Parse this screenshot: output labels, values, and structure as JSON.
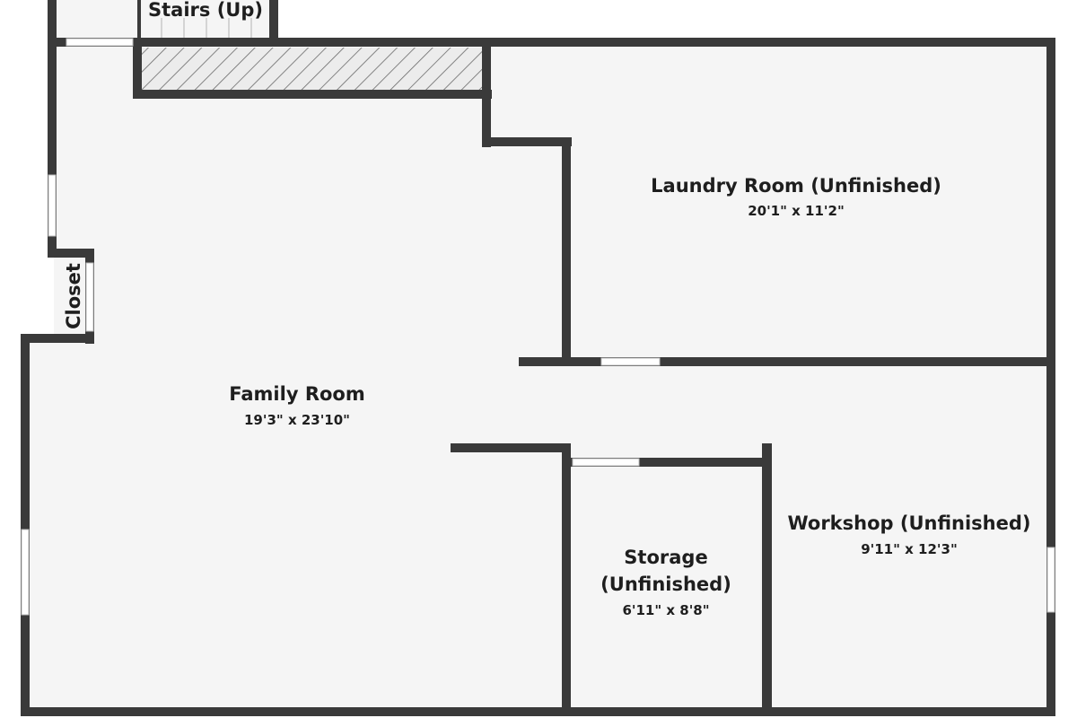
{
  "plan": {
    "colors": {
      "wall": "#3a3a3a",
      "floor": "#f5f5f5",
      "opening": "#ffffff",
      "hatch": "#6a6a6a"
    },
    "rooms": {
      "stairs": {
        "label": "Stairs (Up)"
      },
      "laundry": {
        "label": "Laundry Room (Unfinished)",
        "dimensions": "20'1\" x 11'2\""
      },
      "closet": {
        "label": "Closet"
      },
      "family": {
        "label": "Family Room",
        "dimensions": "19'3\" x 23'10\""
      },
      "storage": {
        "label_line1": "Storage",
        "label_line2": "(Unfinished)",
        "dimensions": "6'11\" x 8'8\""
      },
      "workshop": {
        "label": "Workshop (Unfinished)",
        "dimensions": "9'11\" x 12'3\""
      }
    }
  }
}
